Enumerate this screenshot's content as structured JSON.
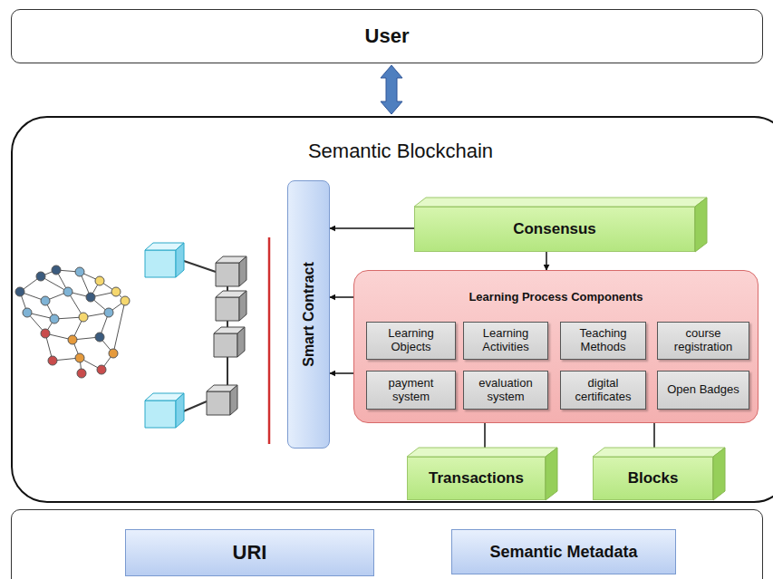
{
  "diagram": {
    "nodes": [
      {
        "text": [
          "User"
        ]
      },
      {
        "text": [
          "Semantic Blockchain"
        ]
      },
      {
        "text": [
          "Smart Contract"
        ],
        "in": 1
      },
      {
        "text": [
          "Consensus"
        ],
        "in": 1
      },
      {
        "text": [
          "Learning Process Components"
        ],
        "in": 1
      },
      {
        "text": [
          "Learning Objects"
        ],
        "in": 4
      },
      {
        "text": [
          "Learning Activities"
        ],
        "in": 4
      },
      {
        "text": [
          "Teaching Methods"
        ],
        "in": 4
      },
      {
        "text": [
          "course registration"
        ],
        "in": 4
      },
      {
        "text": [
          "payment system"
        ],
        "in": 4
      },
      {
        "text": [
          "evaluation system"
        ],
        "in": 4
      },
      {
        "text": [
          "digital certificates"
        ],
        "in": 4
      },
      {
        "text": [
          "Open Badges"
        ],
        "in": 4
      },
      {
        "text": [
          "Transactions"
        ],
        "in": 1
      },
      {
        "text": [
          "Blocks"
        ],
        "in": 1
      },
      {
        "text": []
      },
      {
        "text": [
          "URI"
        ],
        "in": 15
      },
      {
        "text": [
          "Semantic Metadata"
        ],
        "in": 15
      }
    ],
    "edges": [
      {
        "from": 0,
        "to": 1,
        "arrow": "both"
      },
      {
        "from": 3,
        "to": 2,
        "arrow": "to"
      },
      {
        "from": 3,
        "to": 4,
        "arrow": "to"
      },
      {
        "from": 4,
        "to": 2,
        "arrow": "to"
      },
      {
        "from": 4,
        "to": 2,
        "arrow": "to"
      },
      {
        "from": 4,
        "to": 13,
        "arrow": "to"
      },
      {
        "from": 4,
        "to": 14,
        "arrow": "to"
      }
    ]
  }
}
